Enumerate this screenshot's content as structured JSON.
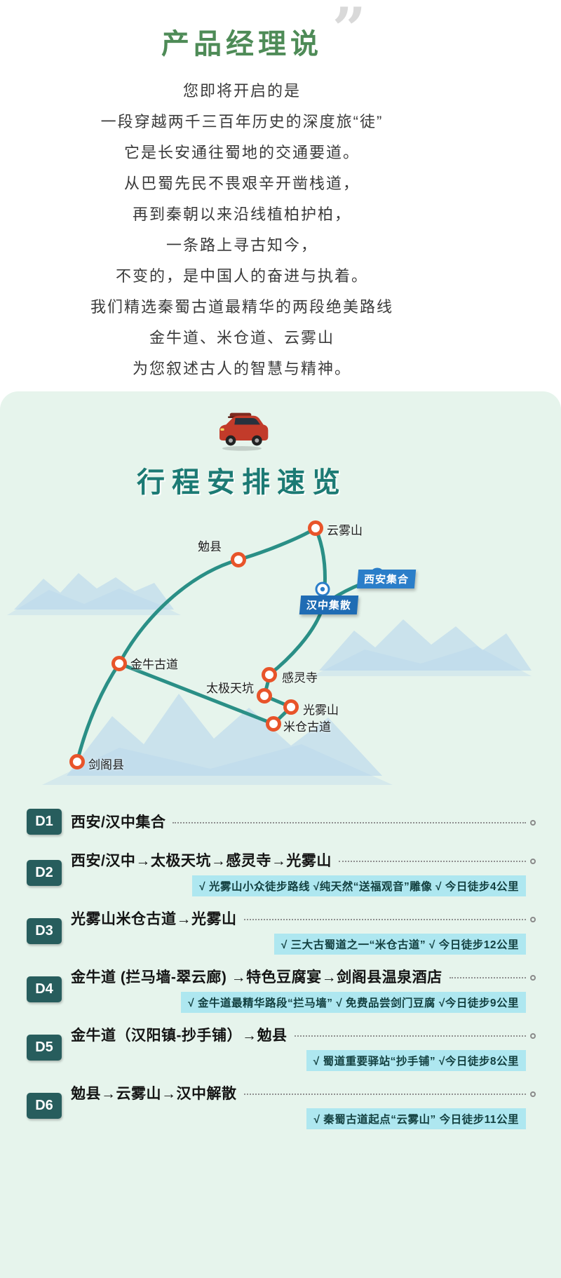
{
  "theme": {
    "green_title": "#4e8b57",
    "quote_gray": "#d9d9d9",
    "mint_bg": "#e6f4ec",
    "route": "#2a8f86",
    "route_dark": "#1c7a74",
    "marker": "#e8542a",
    "badge_blue": "#2b7ec9",
    "badge_blue_dark": "#1f6cb4",
    "day_badge": "#275d5d",
    "highlight_bg": "#aee7f0",
    "mountain": "#aecfec"
  },
  "intro": {
    "title": "产品经理说",
    "quote_mark": "”",
    "lines": [
      "您即将开启的是",
      "一段穿越两千三百年历史的深度旅“徒”",
      "它是长安通往蜀地的交通要道。",
      "从巴蜀先民不畏艰辛开凿栈道，",
      "再到秦朝以来沿线植柏护柏，",
      "一条路上寻古知今，",
      "不变的，是中国人的奋进与执着。",
      "我们精选秦蜀古道最精华的两段绝美路线",
      "金牛道、米仓道、云雾山",
      "为您叙述古人的智慧与精神。"
    ]
  },
  "map": {
    "title": "行程安排速览",
    "labels": {
      "yunwushan": "云雾山",
      "mianxian": "勉县",
      "xian_badge": "西安集合",
      "hanzhong_badge": "汉中集散",
      "jinniu": "金牛古道",
      "ganlingsi": "感灵寺",
      "taiji": "太极天坑",
      "guangwushan": "光雾山",
      "micang": "米仓古道",
      "jiange": "剑阁县"
    }
  },
  "itinerary": {
    "days": [
      {
        "badge": "D1",
        "title": "西安/汉中集合",
        "highlight": ""
      },
      {
        "badge": "D2",
        "title": "西安/汉中→太极天坑→感灵寺→光雾山",
        "highlight": "√ 光雾山小众徒步路线 √纯天然“送福观音”雕像 √ 今日徒步4公里"
      },
      {
        "badge": "D3",
        "title": "光雾山米仓古道→光雾山",
        "highlight": "√ 三大古蜀道之一“米仓古道”  √ 今日徒步12公里"
      },
      {
        "badge": "D4",
        "title": "金牛道 (拦马墙-翠云廊) →特色豆腐宴→剑阁县温泉酒店",
        "highlight": "√ 金牛道最精华路段“拦马墙” √ 免费品尝剑门豆腐 √今日徒步9公里"
      },
      {
        "badge": "D5",
        "title": "金牛道（汉阳镇-抄手铺）→勉县",
        "highlight": "√ 蜀道重要驿站“抄手铺” √今日徒步8公里"
      },
      {
        "badge": "D6",
        "title": "勉县→云雾山→汉中解散",
        "highlight": "√ 秦蜀古道起点“云雾山”  今日徒步11公里"
      }
    ]
  }
}
